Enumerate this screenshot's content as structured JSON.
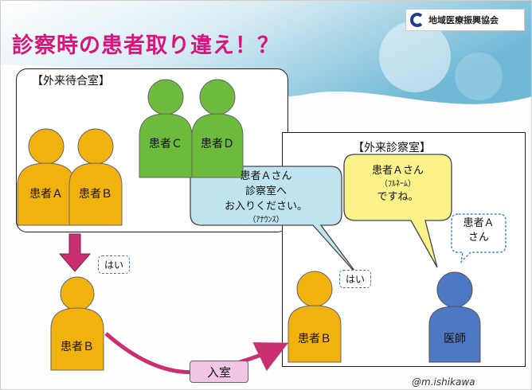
{
  "title": "診察時の患者取り違え！？",
  "logo_text": "地域医療振興協会",
  "rooms": {
    "waiting": "【外来待合室】",
    "exam": "【外来診察室】"
  },
  "patients": {
    "a": "患者Ａ",
    "b": "患者Ｂ",
    "c": "患者Ｃ",
    "d": "患者Ｄ",
    "b_moving": "患者Ｂ",
    "b_exam": "患者Ｂ"
  },
  "doctor": "医師",
  "announce": {
    "line1": "患者Ａさん",
    "line2": "診察室へ",
    "line3": "お入りください。",
    "line4": "（ｱﾅｳﾝｽ）"
  },
  "doctor_speech": {
    "line1": "患者Ａさん",
    "line2": "（ﾌﾙﾈｰﾑ）",
    "line3": "ですね。"
  },
  "doctor_thought": {
    "line1": "患者Ａ",
    "line2": "さん"
  },
  "reply_hai_1": "はい",
  "reply_hai_2": "はい",
  "enter_label": "入室",
  "credit": "@m.ishikawa",
  "colors": {
    "title": "#d9147a",
    "patient_a_b": "#f1b20e",
    "patient_c_d": "#6cbb3c",
    "doctor": "#4d78c4",
    "announce_bubble": "#bfe3ef",
    "doctor_bubble": "#fbf38a",
    "arrow": "#c8306f"
  }
}
